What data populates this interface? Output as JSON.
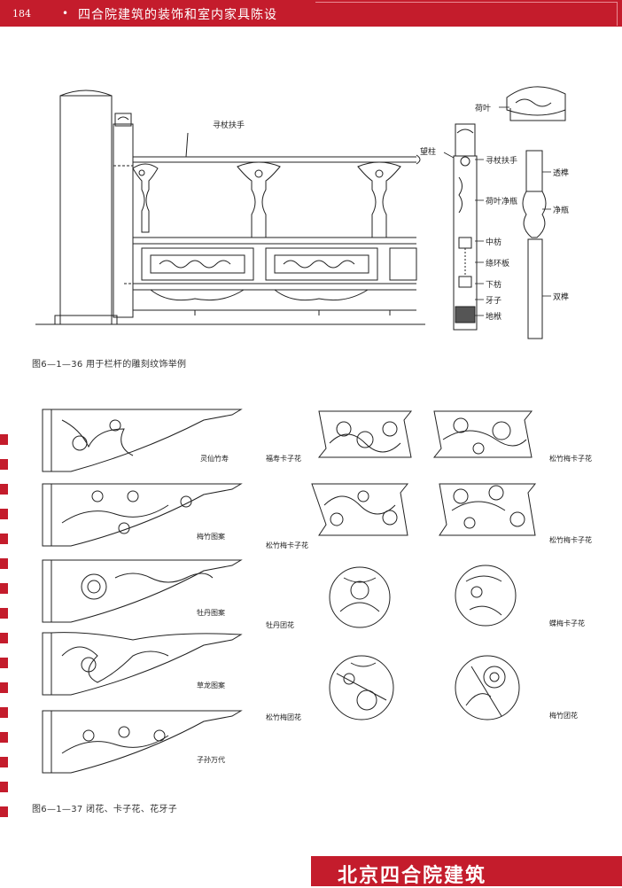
{
  "header": {
    "page_number": "184",
    "bullet": "•",
    "title": "四合院建筑的装饰和室内家具陈设"
  },
  "figure_1": {
    "caption": "图6—1—36  用于栏杆的雕刻纹饰举例",
    "labels": {
      "railing_handrail": "寻杖扶手",
      "lotus_leaf": "荷叶",
      "post": "望柱",
      "handrail_right": "寻杖扶手",
      "lotus_vase": "荷叶净瓶",
      "middle_rail": "中枋",
      "ring_board": "绦环板",
      "lower_rail": "下枋",
      "bracket": "牙子",
      "ground_beam": "地栿",
      "through_tenon": "透榫",
      "vase": "净瓶",
      "double_tenon": "双榫"
    }
  },
  "figure_2": {
    "caption": "图6—1—37  闭花、卡子花、花牙子",
    "brackets": [
      "灵仙竹寿",
      "梅竹图案",
      "牡丹图案",
      "草龙图案",
      "子孙万代"
    ],
    "clip_flowers": {
      "fushou": "福寿卡子花",
      "songzhu_mei_1": "松竹梅卡子花",
      "songzhu_mei_2": "松竹梅卡子花",
      "songzhu_mei_3": "松竹梅卡子花",
      "mudan_tuan": "牡丹团花",
      "die_mei": "蝶梅卡子花",
      "songzhu_mei_tuan": "松竹梅团花",
      "meizhu_tuan": "梅竹团花"
    }
  },
  "footer": {
    "title": "北京四合院建筑"
  },
  "colors": {
    "accent_red": "#c41c2c"
  }
}
